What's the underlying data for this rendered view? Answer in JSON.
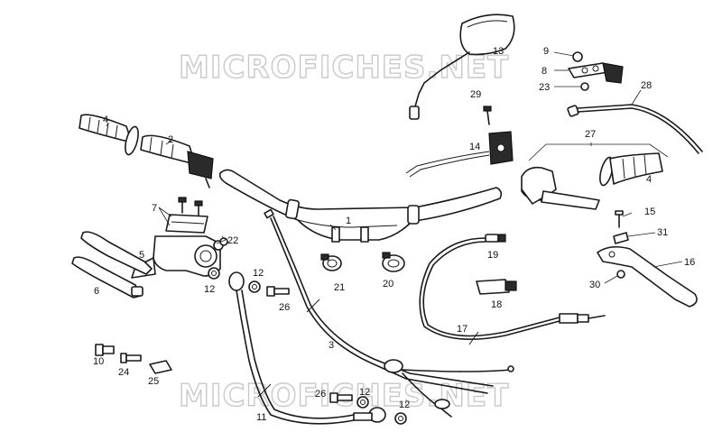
{
  "watermark": {
    "top": "MICROFICHES.NET",
    "bottom": "MICROFICHES.NET"
  },
  "callouts": {
    "c1": "1",
    "c2": "2",
    "c3": "3",
    "c4a": "4",
    "c4b": "4",
    "c5": "5",
    "c6": "6",
    "c7": "7",
    "c8": "8",
    "c9": "9",
    "c10": "10",
    "c11": "11",
    "c12a": "12",
    "c12b": "12",
    "c12c": "12",
    "c12d": "12",
    "c13": "13",
    "c14": "14",
    "c15": "15",
    "c16": "16",
    "c17": "17",
    "c18": "18",
    "c19": "19",
    "c20": "20",
    "c21": "21",
    "c22": "22",
    "c23": "23",
    "c24": "24",
    "c25": "25",
    "c26a": "26",
    "c26b": "26",
    "c27": "27",
    "c28": "28",
    "c29": "29",
    "c30": "30",
    "c31": "31"
  }
}
